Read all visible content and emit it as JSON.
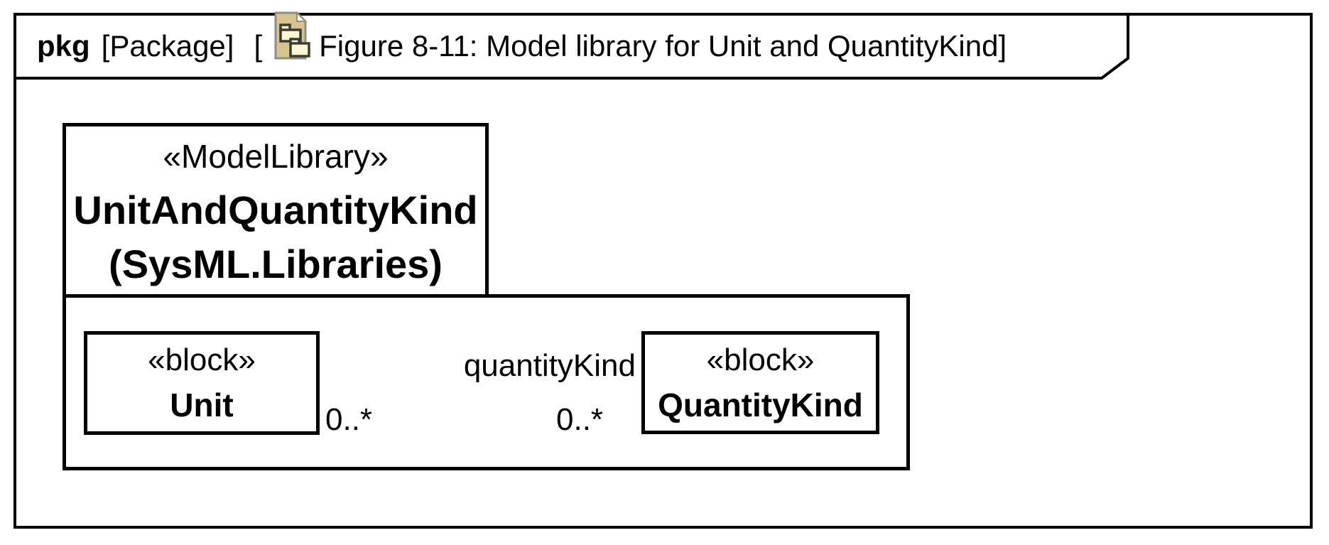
{
  "frame": {
    "keyword": "pkg",
    "kind_label": "[Package]",
    "open_bracket": "[",
    "icon": "package-diagram-icon",
    "title": "Figure 8-11: Model library for Unit and QuantityKind]"
  },
  "package": {
    "stereotype": "«ModelLibrary»",
    "name": "UnitAndQuantityKind",
    "qualified_name": "(SysML.Libraries)"
  },
  "blocks": [
    {
      "stereotype": "«block»",
      "name": "Unit"
    },
    {
      "stereotype": "«block»",
      "name": "QuantityKind"
    }
  ],
  "association": {
    "role_label": "quantityKind",
    "source_multiplicity": "0..*",
    "target_multiplicity": "0..*"
  },
  "colors": {
    "line": "#000000",
    "background": "#ffffff",
    "icon_document_fill": "#d6c38f",
    "icon_document_border": "#8f8f80",
    "icon_fold_fill": "#ffffff",
    "icon_package_fill": "#fcf6d2",
    "icon_package_stroke": "#3c3c32"
  }
}
